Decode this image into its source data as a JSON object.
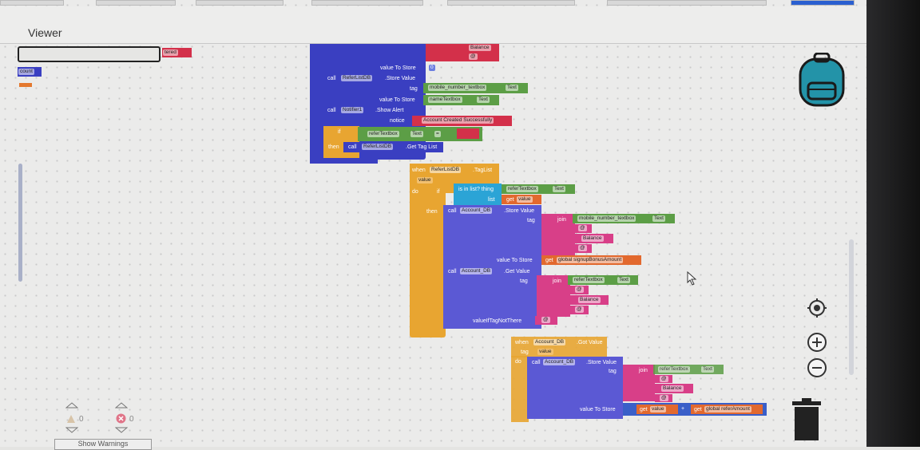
{
  "viewer": {
    "title": "Viewer",
    "left_block_text": "tered",
    "count_label": "count"
  },
  "warnings": {
    "warn_count": "0",
    "error_count": "0",
    "show_warnings": "Show Warnings"
  },
  "b1": {
    "balance": "Balance",
    "at": "@",
    "value_to_store": "value To Store",
    "zero": "0",
    "call": "call",
    "db": "ReferListDB",
    "store_value": ".Store Value",
    "tag": "tag",
    "mobile": "mobile_number_textbox",
    "text": "Text",
    "name": "nameTextbox",
    "notifier": "Notifier1",
    "show_alert": ".Show Alert",
    "notice": "notice",
    "msg": "Account Created Successfully",
    "if": "if",
    "refer": "referTextbox",
    "eq": "=",
    "empty": "",
    "then": "then",
    "get_tag_list": ".Get Tag List"
  },
  "b2": {
    "when": "when",
    "db": "ReferListDB",
    "event": ".TagList",
    "value": "value",
    "do": "do",
    "if": "if",
    "is_in_list": "is in list? thing",
    "list": "list",
    "get": "get",
    "get_value": "value",
    "then": "then",
    "call": "call",
    "acc": "Account_DB",
    "store_value": ".Store Value",
    "tag": "tag",
    "join": "join",
    "mobile": "mobile_number_textbox",
    "text": "Text",
    "at": "@",
    "balance": "Balance",
    "value_to_store": "value To Store",
    "bonus": "global signupBonusAmount",
    "get_value_m": ".Get Value",
    "refer": "referTextbox",
    "if_not": "valueIfTagNotThere"
  },
  "b3": {
    "when": "when",
    "acc": "Account_DB",
    "event": ".Got Value",
    "tag": "tag",
    "value": "value",
    "do": "do",
    "call": "call",
    "store_value": ".Store Value",
    "join": "join",
    "refer": "referTextbox",
    "text": "Text",
    "at": "@",
    "balance": "Balance",
    "value_to_store": "value To Store",
    "get": "get",
    "get_value": "value",
    "plus": "+",
    "refer_amount": "global referAmount"
  }
}
